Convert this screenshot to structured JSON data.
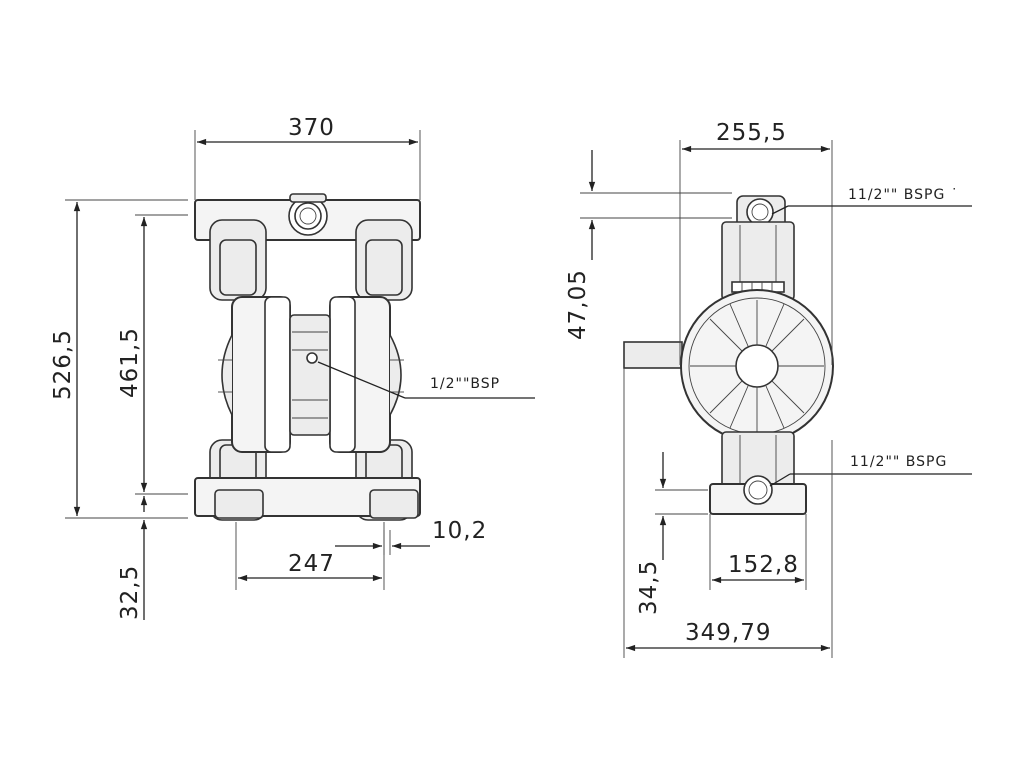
{
  "front_view": {
    "dim_overall_width": "370",
    "dim_overall_height": "526,5",
    "dim_port_height": "461,5",
    "dim_base_offset": "32,5",
    "dim_foot_spacing": "247",
    "dim_foot_width": "10,2",
    "air_inlet_label": "1/2\"\"BSP"
  },
  "side_view": {
    "dim_top_width": "255,5",
    "dim_outlet_height": "47,05",
    "outlet_label": "11/2\"\" BSPG ˙",
    "inlet_label": "11/2\"\" BSPG",
    "dim_inlet_height": "34,5",
    "dim_base_width": "152,8",
    "dim_overall_depth": "349,79"
  }
}
